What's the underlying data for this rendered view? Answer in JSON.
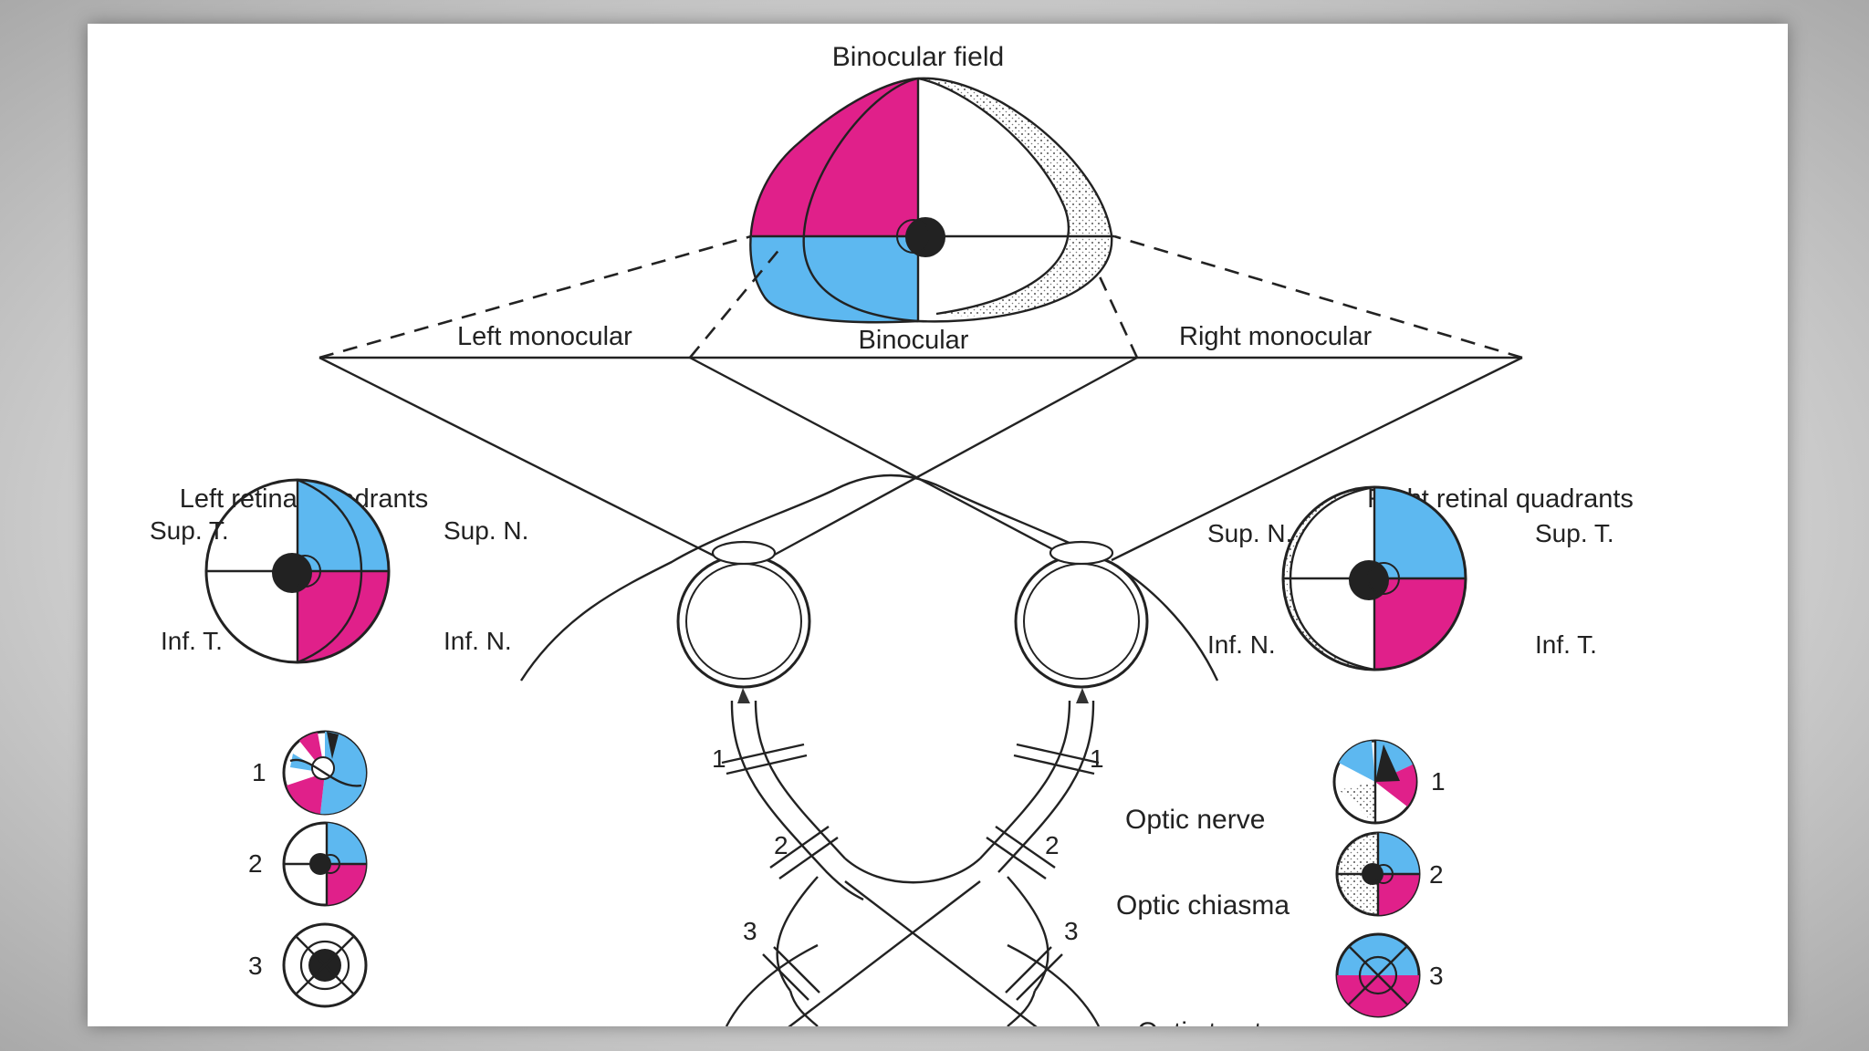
{
  "colors": {
    "magenta": "#e0208a",
    "blue": "#5db8f0",
    "ink": "#222222",
    "background": "#ffffff"
  },
  "labels": {
    "binocular_field": "Binocular field",
    "left_monocular": "Left monocular",
    "binocular": "Binocular",
    "right_monocular": "Right monocular",
    "left_retinal_quadrants": "Left retinal quadrants",
    "right_retinal_quadrants": "Right retinal quadrants",
    "left_sup": "Sup. T.",
    "left_sup_n": "Sup. N.",
    "left_inf": "Inf. T.",
    "left_inf_n": "Inf. N.",
    "right_sup_n": "Sup. N.",
    "right_sup_t": "Sup. T.",
    "right_inf_n": "Inf. N.",
    "right_inf_t": "Inf. T.",
    "optic_nerve": "Optic nerve",
    "optic_chiasma": "Optic chiasma",
    "optic_tract": "Optic tract"
  },
  "numbers": {
    "one": "1",
    "two": "2",
    "three": "3"
  }
}
